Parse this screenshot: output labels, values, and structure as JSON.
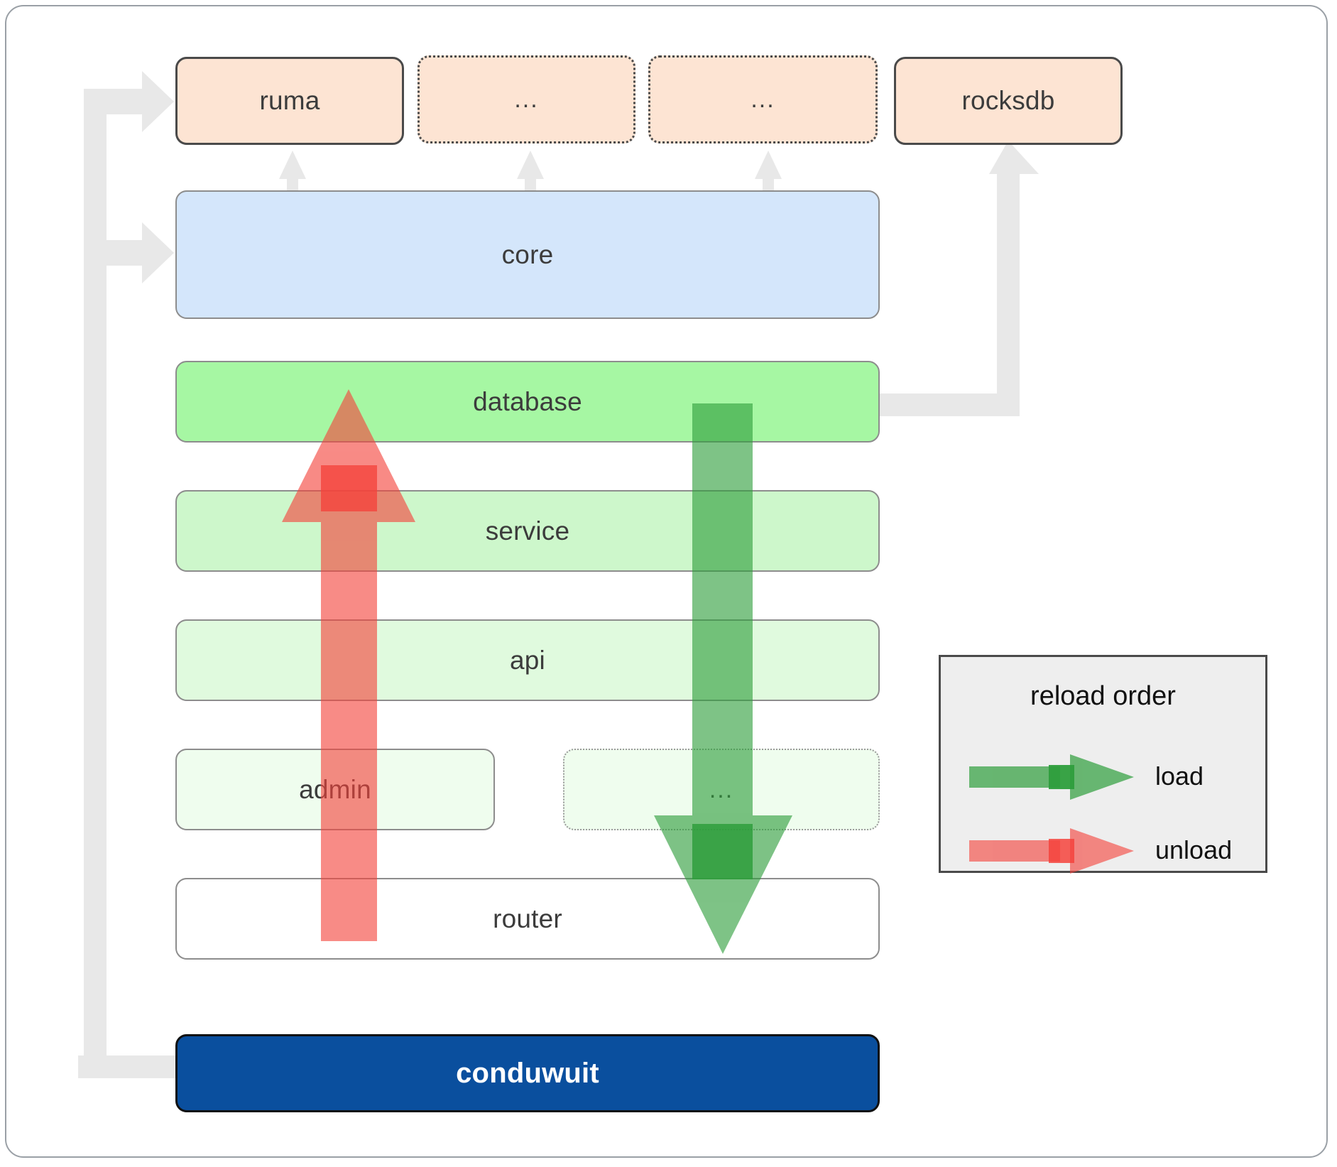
{
  "diagram": {
    "title": "conduwuit crate layering / reload order",
    "colors": {
      "dependency_fill": "#fde4d3",
      "core_fill": "#d4e6fb",
      "database_fill": "#a6f7a3",
      "service_fill": "#cdf7cb",
      "api_fill": "#e0fade",
      "admin_fill": "#effdee",
      "router_fill": "#ffffff",
      "app_fill": "#0a4f9e",
      "connector_gray": "#e8e8e8",
      "load_green": "#4caf50",
      "unload_red": "#f77b7b",
      "legend_bg": "#eeeeee"
    },
    "dependencies": [
      {
        "label": "ruma",
        "style": "solid",
        "name": "ruma"
      },
      {
        "label": "...",
        "style": "dotted",
        "name": "dep-ellipsis-1"
      },
      {
        "label": "...",
        "style": "dotted",
        "name": "dep-ellipsis-2"
      },
      {
        "label": "rocksdb",
        "style": "solid",
        "name": "rocksdb"
      }
    ],
    "core": {
      "label": "core"
    },
    "layers": [
      {
        "label": "database",
        "style": "solid",
        "name": "database"
      },
      {
        "label": "service",
        "style": "solid",
        "name": "service"
      },
      {
        "label": "api",
        "style": "solid",
        "name": "api"
      },
      {
        "label": "admin",
        "style": "solid",
        "name": "admin"
      },
      {
        "label": "...",
        "style": "dotted",
        "name": "layer-ellipsis"
      },
      {
        "label": "router",
        "style": "solid",
        "name": "router"
      }
    ],
    "application": {
      "label": "conduwuit"
    },
    "legend": {
      "title": "reload order",
      "items": [
        {
          "label": "load",
          "color": "#4caf50"
        },
        {
          "label": "unload",
          "color": "#f77b7b"
        }
      ]
    }
  }
}
